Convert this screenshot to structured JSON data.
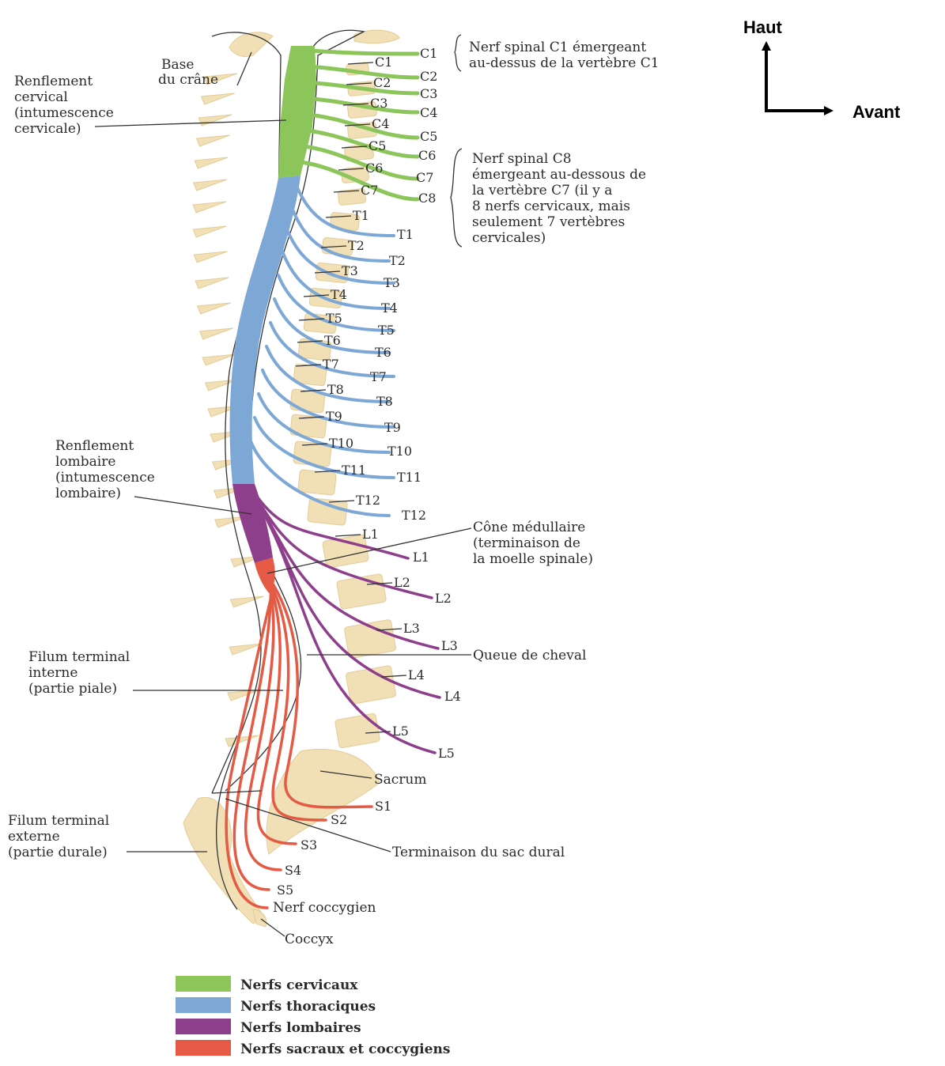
{
  "orientation": {
    "up": "Haut",
    "front": "Avant"
  },
  "left_labels": {
    "base_crane": [
      "Base",
      "du crâne"
    ],
    "renflement_cervical": [
      "Renflement",
      "cervical",
      "(intumescence",
      "cervicale)"
    ],
    "renflement_lombaire": [
      "Renflement",
      "lombaire",
      "(intumescence",
      "lombaire)"
    ],
    "filum_interne": [
      "Filum terminal",
      "interne",
      "(partie piale)"
    ],
    "filum_externe": [
      "Filum terminal",
      "externe",
      "(partie durale)"
    ]
  },
  "right_notes": {
    "c1_note": [
      "Nerf spinal C1 émergeant",
      "au-dessus de la vertèbre C1"
    ],
    "c8_note": [
      "Nerf spinal C8",
      "émergeant au-dessous de",
      "la vertèbre C7 (il y a",
      "8 nerfs cervicaux, mais",
      "seulement 7 vertèbres",
      "cervicales)"
    ],
    "cone": [
      "Cône médullaire",
      "(terminaison de",
      "la moelle spinale)"
    ],
    "queue": "Queue de cheval",
    "sacrum": "Sacrum",
    "sac_dural": "Terminaison du sac dural",
    "coccygien": "Nerf coccygien",
    "coccyx": "Coccyx"
  },
  "vertebra_labels": [
    "C1",
    "C2",
    "C3",
    "C4",
    "C5",
    "C6",
    "C7",
    "T1",
    "T2",
    "T3",
    "T4",
    "T5",
    "T6",
    "T7",
    "T8",
    "T9",
    "T10",
    "T11",
    "T12",
    "L1",
    "L2",
    "L3",
    "L4",
    "L5"
  ],
  "nerve_labels": {
    "cervical": [
      "C1",
      "C2",
      "C3",
      "C4",
      "C5",
      "C6",
      "C7",
      "C8"
    ],
    "thoracic": [
      "T1",
      "T2",
      "T3",
      "T4",
      "T5",
      "T6",
      "T7",
      "T8",
      "T9",
      "T10",
      "T11",
      "T12"
    ],
    "lumbar": [
      "L1",
      "L2",
      "L3",
      "L4",
      "L5"
    ],
    "sacral": [
      "S1",
      "S2",
      "S3",
      "S4",
      "S5"
    ]
  },
  "legend": [
    {
      "label": "Nerfs cervicaux",
      "color": "#8cc65a"
    },
    {
      "label": "Nerfs thoraciques",
      "color": "#7da8d6"
    },
    {
      "label": "Nerfs lombaires",
      "color": "#8e3f8c"
    },
    {
      "label": "Nerfs sacraux et coccygiens",
      "color": "#e45a44"
    }
  ],
  "colors": {
    "cervical": "#8cc65a",
    "thoracic": "#7da8d6",
    "lumbar": "#8e3f8c",
    "sacral": "#e45a44",
    "bone": "#f1dfb6"
  }
}
